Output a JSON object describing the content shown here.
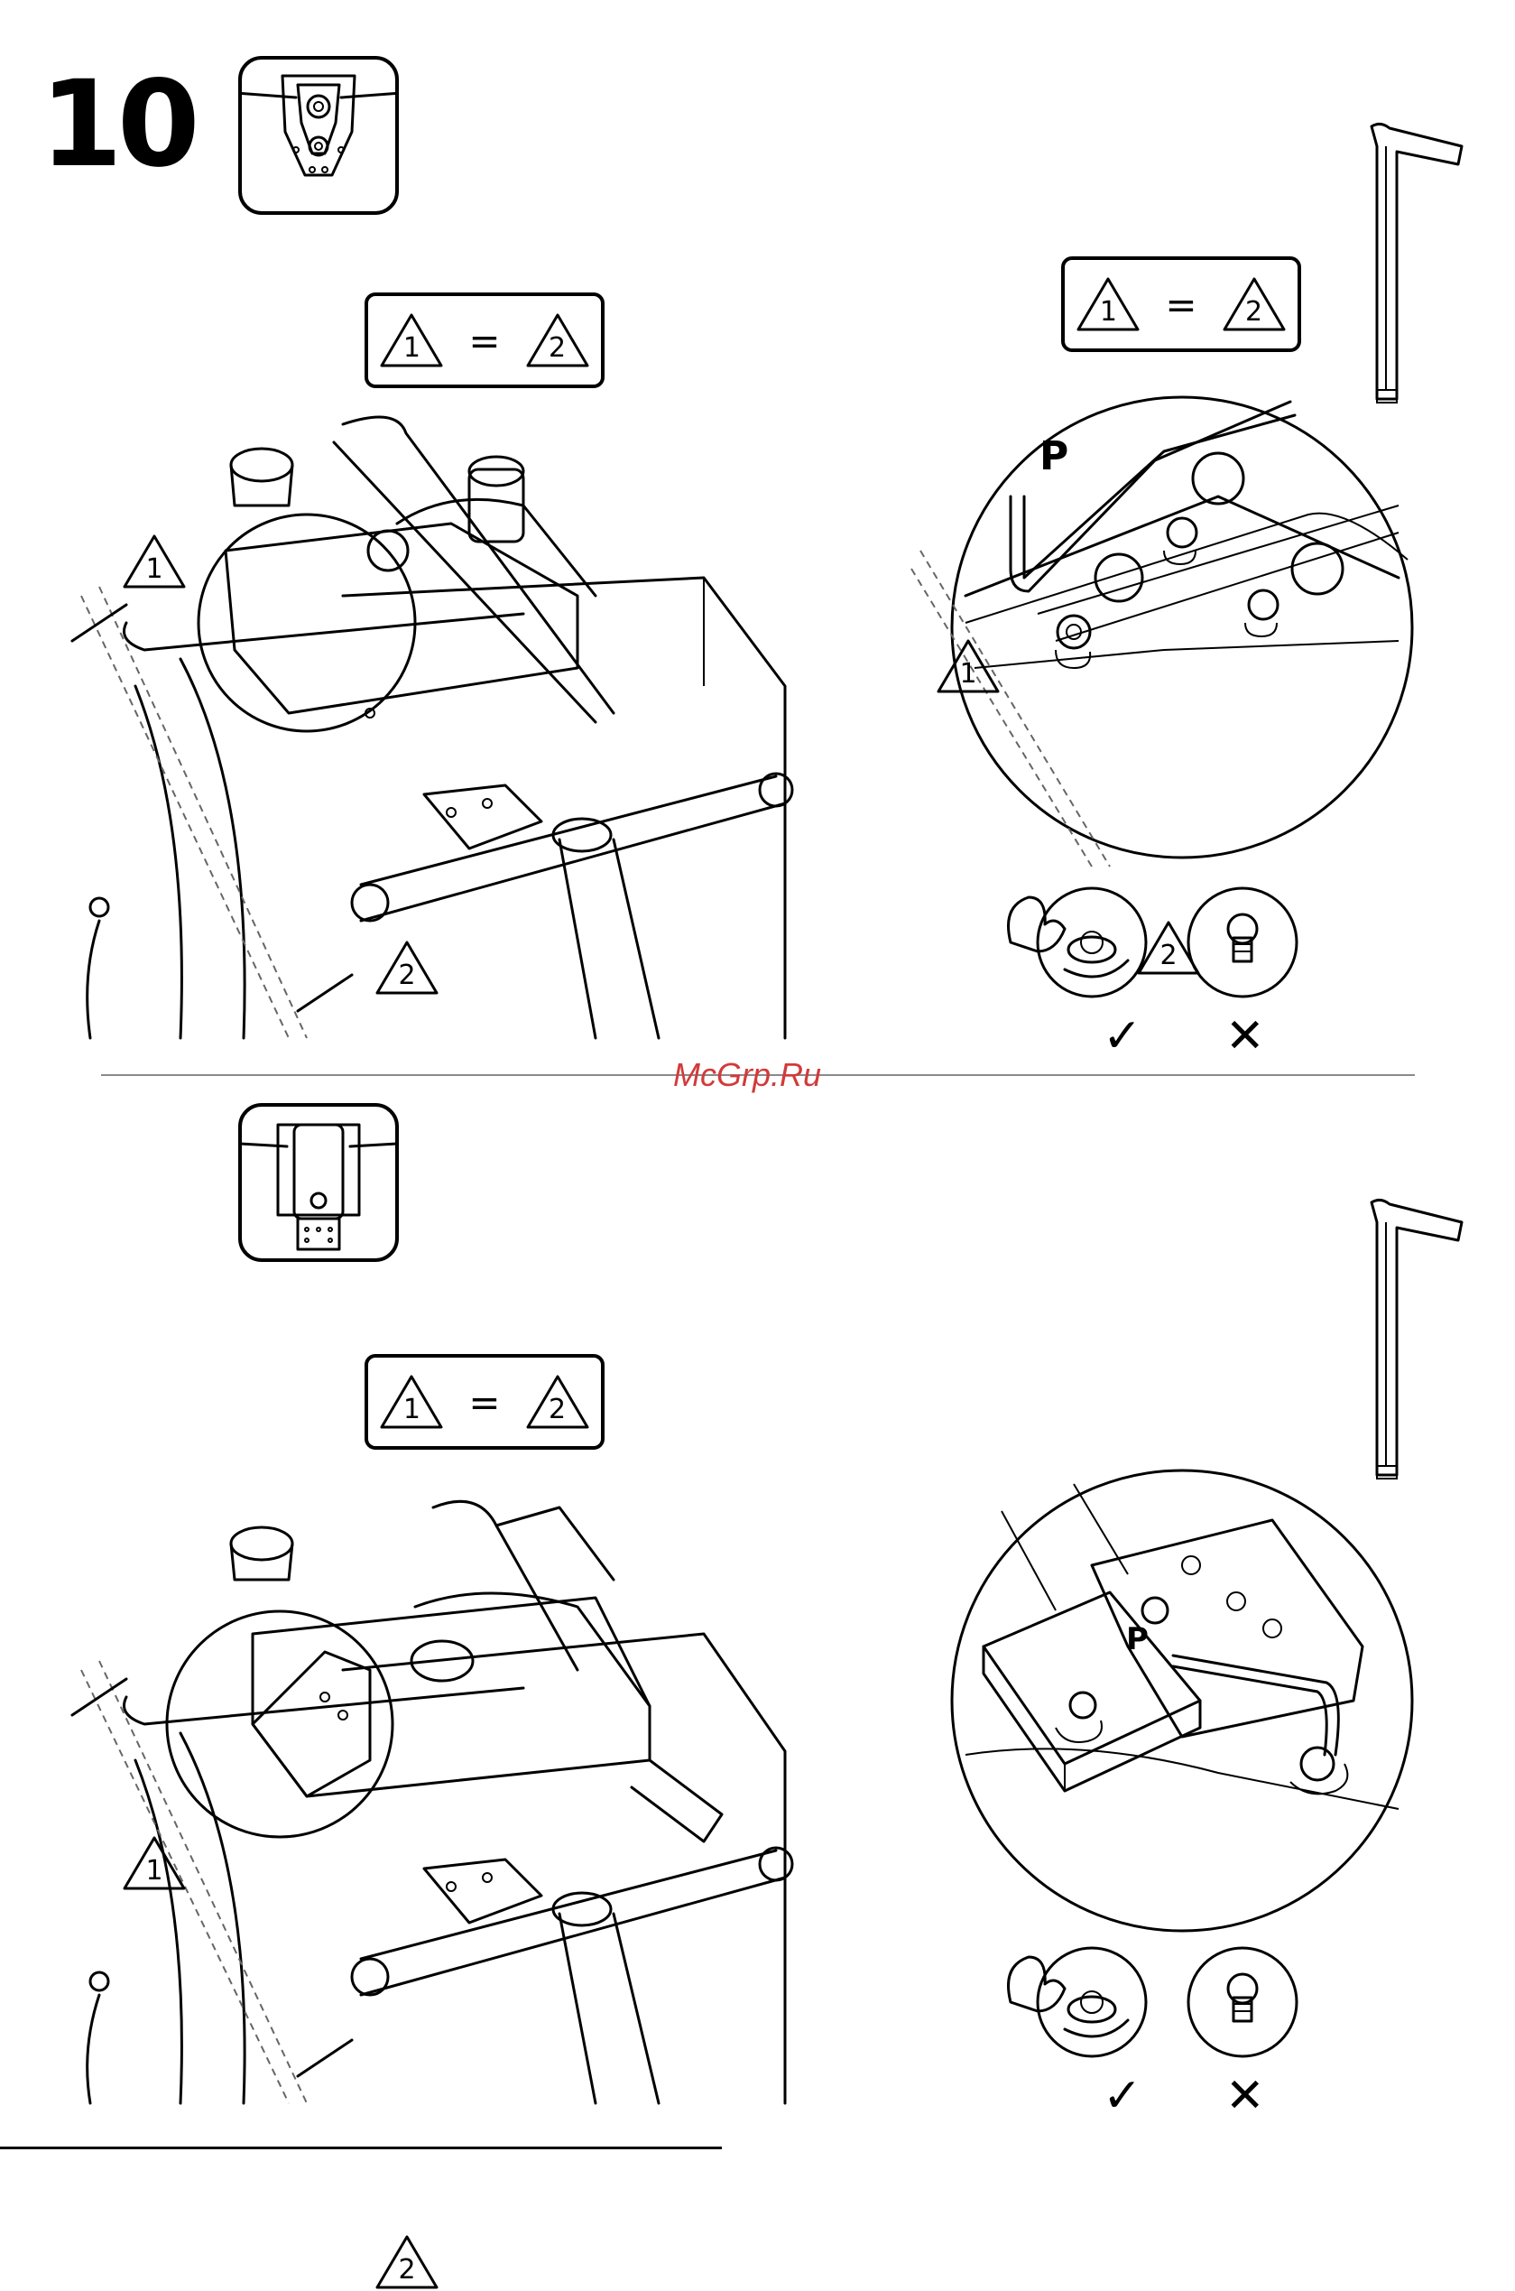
{
  "step": {
    "number": "10"
  },
  "equal_sign": "=",
  "triangle_labels": {
    "first": "1",
    "second": "2"
  },
  "tool_point_label": "P",
  "status_marks": {
    "correct": "✓",
    "wrong": "✕"
  },
  "watermark": "McGrp.Ru",
  "icons": {
    "hex_key": "hex-key-icon",
    "flex_arm": "flexed-arm-icon",
    "screw_tight": "screw-tightened-icon",
    "screw_loose": "screw-loose-icon"
  }
}
